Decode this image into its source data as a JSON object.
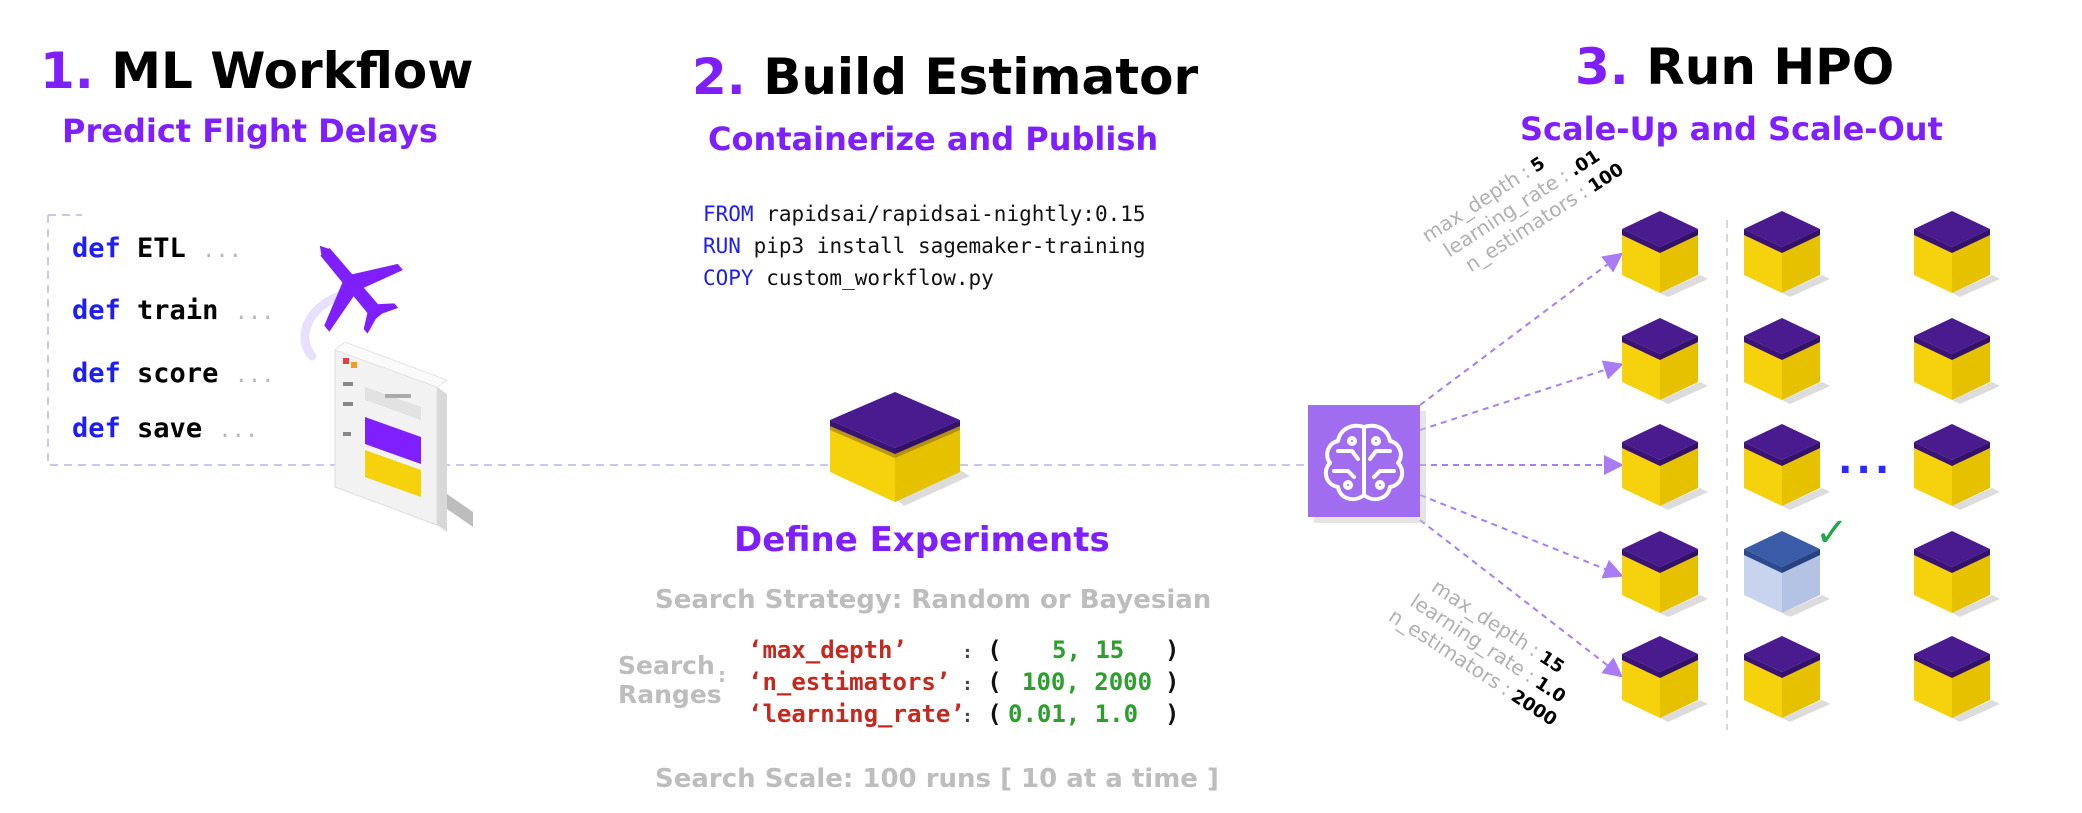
{
  "step1": {
    "number": "1.",
    "title": "ML Workflow",
    "subtitle": "Predict Flight Delays",
    "defs": [
      {
        "kw": "def",
        "name": "ETL",
        "dots": "..."
      },
      {
        "kw": "def",
        "name": "train",
        "dots": "..."
      },
      {
        "kw": "def",
        "name": "score",
        "dots": "..."
      },
      {
        "kw": "def",
        "name": "save",
        "dots": "..."
      }
    ],
    "icons": [
      "airplane-icon",
      "server-rack-icon"
    ]
  },
  "step2": {
    "number": "2.",
    "title": "Build Estimator",
    "subtitle": "Containerize and Publish",
    "docker": [
      {
        "kw": "FROM",
        "rest": " rapidsai/rapidsai-nightly:0.15"
      },
      {
        "kw": "RUN",
        "rest": " pip3 install sagemaker-training"
      },
      {
        "kw": "COPY",
        "rest": " custom_workflow.py"
      }
    ],
    "experiments": {
      "title": "Define Experiments",
      "strategy": "Search Strategy: Random or Bayesian",
      "ranges_label_1": "Search",
      "ranges_label_2": "Ranges",
      "ranges_colon": ":",
      "ranges": [
        {
          "name": "‘max_depth’",
          "value": "5, 15"
        },
        {
          "name": "‘n_estimators’",
          "value": "100, 2000"
        },
        {
          "name": "‘learning_rate’",
          "value": "0.01, 1.0"
        }
      ],
      "scale": "Search Scale:  100 runs [ 10 at a time ]"
    }
  },
  "step3": {
    "number": "3.",
    "title": "Run HPO",
    "subtitle": "Scale-Up and Scale-Out",
    "ellipsis": "...",
    "checkmark": "✓",
    "hp_top": [
      {
        "label": "max_depth",
        "value": "5"
      },
      {
        "label": "learning_rate",
        "value": ".01"
      },
      {
        "label": "n_estimators",
        "value": "100"
      }
    ],
    "hp_bottom": [
      {
        "label": "max_depth",
        "value": "15"
      },
      {
        "label": "learning_rate",
        "value": "1.0"
      },
      {
        "label": "n_estimators",
        "value": "2000"
      }
    ],
    "icons": [
      "sagemaker-brain-icon"
    ]
  },
  "colors": {
    "accent": "#7f1fff",
    "cube_top": "#4a1a8f",
    "cube_body": "#f5d20c",
    "winner_cube": "#3a5ba8",
    "check": "#22a84a"
  }
}
